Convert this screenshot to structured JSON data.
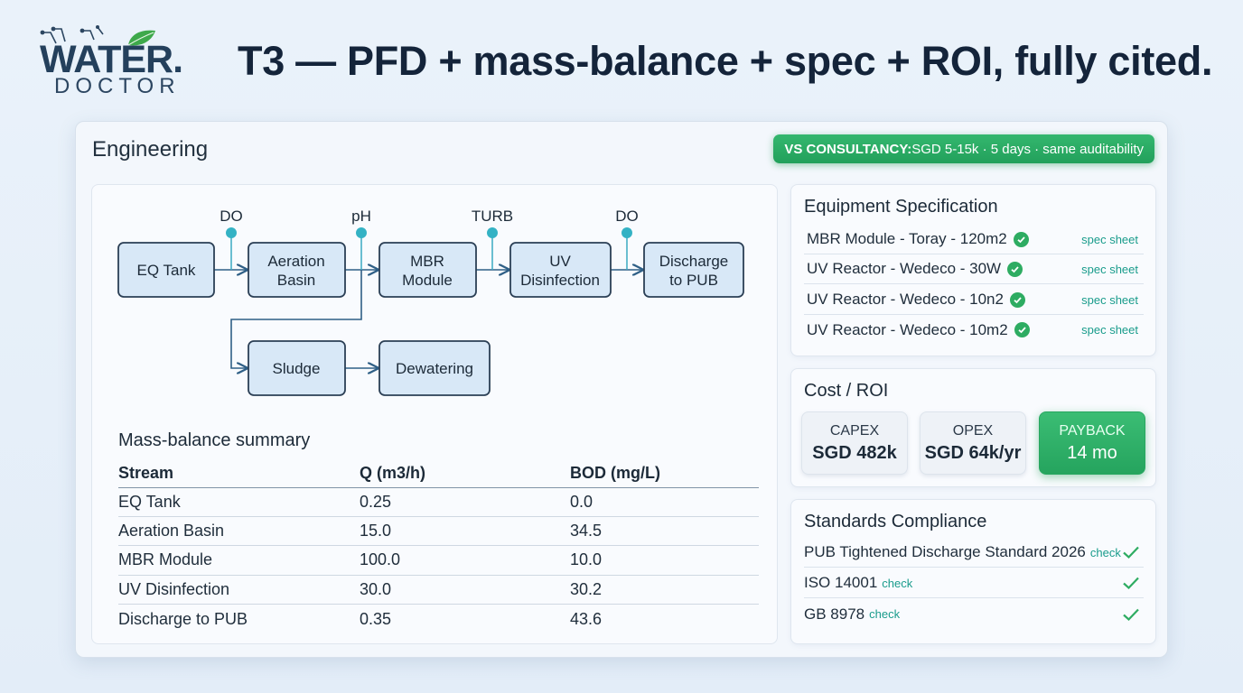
{
  "brand": {
    "logo_top": "WATER.",
    "logo_bottom": "DOCTOR"
  },
  "headline": "T3 — PFD + mass-balance + spec + ROI, fully cited.",
  "panel": {
    "title": "Engineering",
    "vs_badge": {
      "prefix": "VS CONSULTANCY:",
      "text": " SGD 5-15k · 5 days · same auditability"
    }
  },
  "pfd": {
    "units": {
      "eq": "EQ Tank",
      "aer1": "Aeration",
      "aer2": "Basin",
      "mbr1": "MBR",
      "mbr2": "Module",
      "uv1": "UV",
      "uv2": "Disinfection",
      "dis1": "Discharge",
      "dis2": "to PUB",
      "sludge": "Sludge",
      "dewater": "Dewatering"
    },
    "sensors": {
      "s1": "DO",
      "s2": "pH",
      "s3": "TURB",
      "s4": "DO"
    }
  },
  "mass_balance": {
    "title": "Mass-balance summary",
    "headers": [
      "Stream",
      "Q (m3/h)",
      "BOD (mg/L)"
    ],
    "rows": [
      [
        "EQ Tank",
        "0.25",
        "0.0"
      ],
      [
        "Aeration Basin",
        "15.0",
        "34.5"
      ],
      [
        "MBR Module",
        "100.0",
        "10.0"
      ],
      [
        "UV Disinfection",
        "30.0",
        "30.2"
      ],
      [
        "Discharge to PUB",
        "0.35",
        "43.6"
      ]
    ]
  },
  "equipment": {
    "title": "Equipment Specification",
    "items": [
      {
        "name": "MBR Module - Toray - 120m2",
        "link": "spec sheet"
      },
      {
        "name": "UV Reactor - Wedeco - 30W",
        "link": "spec sheet"
      },
      {
        "name": "UV Reactor - Wedeco - 10n2",
        "link": "spec sheet"
      },
      {
        "name": "UV Reactor - Wedeco - 10m2",
        "link": "spec sheet"
      }
    ]
  },
  "cost": {
    "title": "Cost / ROI",
    "kpis": [
      {
        "label": "CAPEX",
        "value": "SGD 482k"
      },
      {
        "label": "OPEX",
        "value": "SGD 64k/yr"
      },
      {
        "label": "PAYBACK",
        "value": "14 mo"
      }
    ]
  },
  "standards": {
    "title": "Standards Compliance",
    "items": [
      {
        "name": "PUB Tightened Discharge Standard 2026",
        "link": "check"
      },
      {
        "name": "ISO 14001",
        "link": "check"
      },
      {
        "name": "GB 8978",
        "link": "check"
      }
    ]
  },
  "colors": {
    "accent_green": "#2eac62",
    "teal": "#34b2c4",
    "link": "#1a9c8c",
    "node_fill": "#d8e8f7",
    "node_stroke": "#2b3f55"
  }
}
